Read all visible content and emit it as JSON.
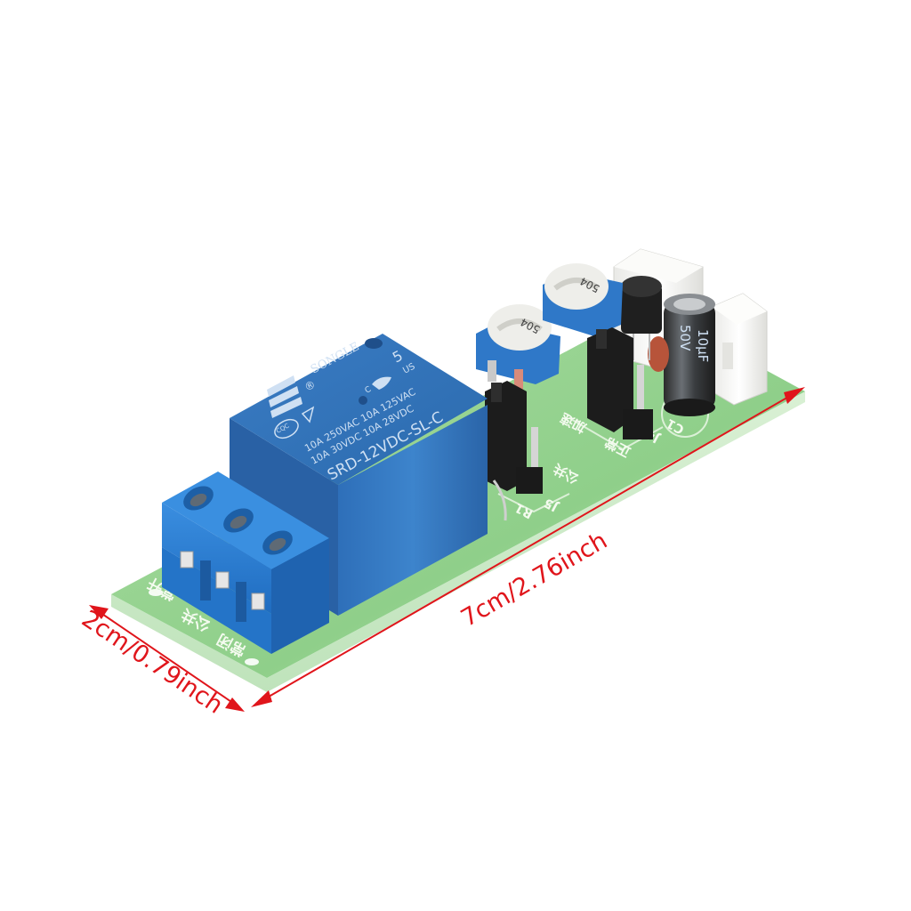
{
  "product": {
    "type": "Timer relay module board",
    "board_color": "#9fd89a",
    "background": "#ffffff"
  },
  "dimensions": {
    "length_label": "7cm/2.76inch",
    "width_label": "2cm/0.79inch",
    "color": "#e0151b"
  },
  "relay": {
    "brand": "SONGLE",
    "registered": "®",
    "cert_number": "5",
    "cert_region_c": "C",
    "cert_region_us": "US",
    "cqc": "CQC",
    "rating_line_1": "10A 250VAC  10A 125VAC",
    "rating_line_2": "10A  30VDC  10A  28VDC",
    "model": "SRD-12VDC-SL-C",
    "color": "#2f6fb5"
  },
  "terminal_block": {
    "color": "#2a7fd4",
    "positions": 3,
    "labels": [
      "常开",
      "公共",
      "常闭"
    ]
  },
  "potentiometers": [
    {
      "marking": "504"
    },
    {
      "marking": "504"
    }
  ],
  "capacitor": {
    "marking_line_1": "10µF",
    "marking_line_2": "50V",
    "ref": "C1"
  },
  "jumpers": [
    {
      "ref": "J5",
      "labels": [
        "公共",
        "R1"
      ]
    },
    {
      "ref": "J4",
      "labels": [
        "加速",
        "正常"
      ]
    }
  ],
  "connectors": {
    "count": 2,
    "color": "#f5f5f3"
  }
}
